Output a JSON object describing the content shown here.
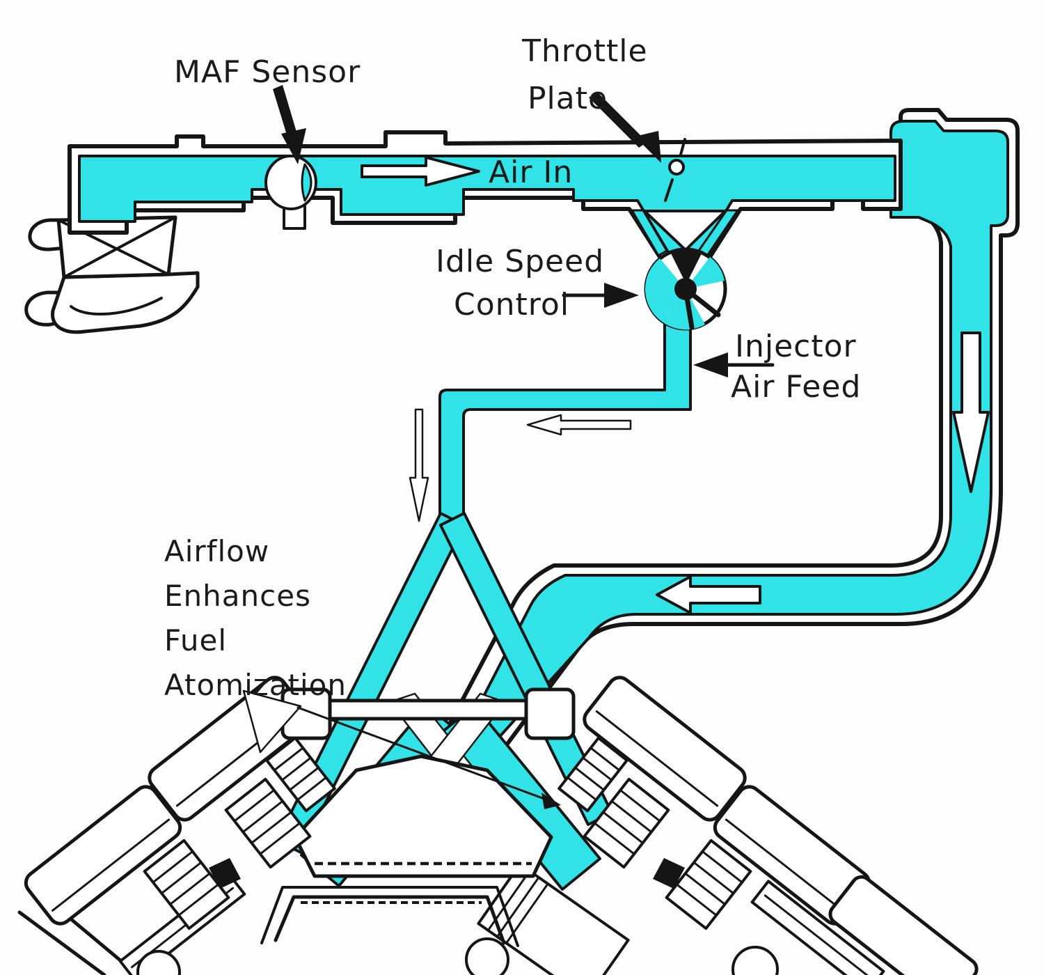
{
  "diagram": {
    "title": "Fuel injection intake airflow diagram",
    "colors": {
      "air_passage": "#31E3E6",
      "outline": "#151515",
      "pipe_wall": "#FFFFFF",
      "background": "#FDFDFD"
    },
    "labels": {
      "maf_sensor": "MAF Sensor",
      "throttle_plate": {
        "line1": "Throttle",
        "line2": "Plate"
      },
      "air_in": "Air In",
      "idle_speed_control": {
        "line1": "Idle Speed",
        "line2": "Control"
      },
      "injector_air_feed": {
        "line1": "Injector",
        "line2": "Air Feed"
      },
      "atomization_note": {
        "line1": "Airflow",
        "line2": "Enhances",
        "line3": "Fuel",
        "line4": "Atomization"
      }
    },
    "components": [
      "air-cleaner",
      "intake-duct",
      "maf-sensor",
      "throttle-plate",
      "plenum",
      "idle-speed-control-valve",
      "injector-air-feed-line",
      "intake-manifold",
      "fuel-rail",
      "fuel-injectors",
      "cylinder-heads",
      "pistons"
    ],
    "flow_arrows": [
      {
        "name": "air-in-arrow",
        "direction": "right"
      },
      {
        "name": "plenum-down-arrow",
        "direction": "down"
      },
      {
        "name": "return-left-arrow",
        "direction": "left"
      },
      {
        "name": "feed-left-arrow",
        "direction": "left"
      },
      {
        "name": "feed-down-arrow",
        "direction": "down"
      }
    ]
  }
}
